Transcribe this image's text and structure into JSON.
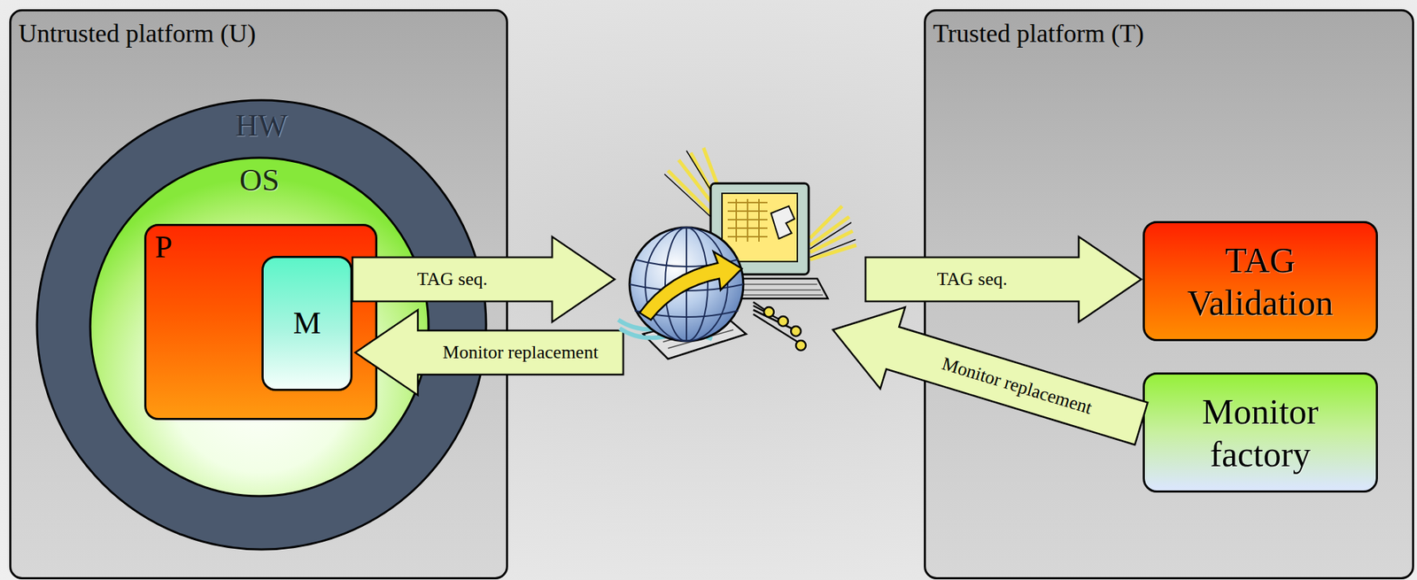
{
  "diagram": {
    "nodes": [
      {
        "text": [
          "Untrusted platform (U)"
        ]
      },
      {
        "text": [
          "HW"
        ],
        "in": 0
      },
      {
        "text": [
          "OS"
        ],
        "in": 1
      },
      {
        "text": [
          "P"
        ],
        "in": 2
      },
      {
        "text": [
          "M"
        ],
        "in": 3
      },
      {
        "text": [
          "Trusted platform (T)"
        ]
      },
      {
        "text": [
          "TAG Validation"
        ],
        "in": 5
      },
      {
        "text": [
          "Monitor factory"
        ],
        "in": 5
      }
    ],
    "edges": [
      {
        "from": 4,
        "to": 6,
        "arrow": "to",
        "label": "TAG seq."
      },
      {
        "from": 7,
        "to": 4,
        "arrow": "to",
        "label": "Monitor replacement"
      }
    ],
    "labels": [
      "TAG seq.",
      "Monitor replacement"
    ]
  }
}
